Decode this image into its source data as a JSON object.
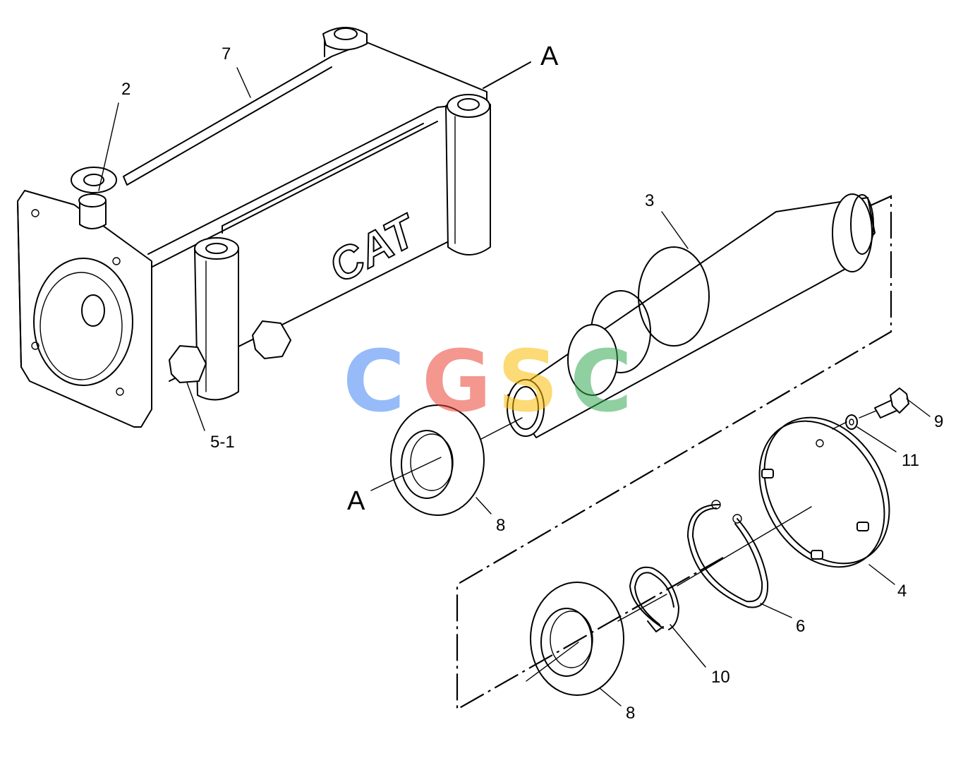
{
  "callouts": {
    "part_2": "2",
    "part_7": "7",
    "part_3": "3",
    "part_5_1": "5-1",
    "part_8_upper": "8",
    "part_8_lower": "8",
    "part_9": "9",
    "part_11": "11",
    "part_4": "4",
    "part_6": "6",
    "part_10": "10",
    "section_a_top": "A",
    "section_a_bottom": "A"
  },
  "housing_logo": "CAT",
  "watermark": {
    "letters": [
      "C",
      "G",
      "S",
      "C"
    ],
    "colors": [
      "#4285f4",
      "#ea4335",
      "#fbbc05",
      "#34a853"
    ]
  }
}
